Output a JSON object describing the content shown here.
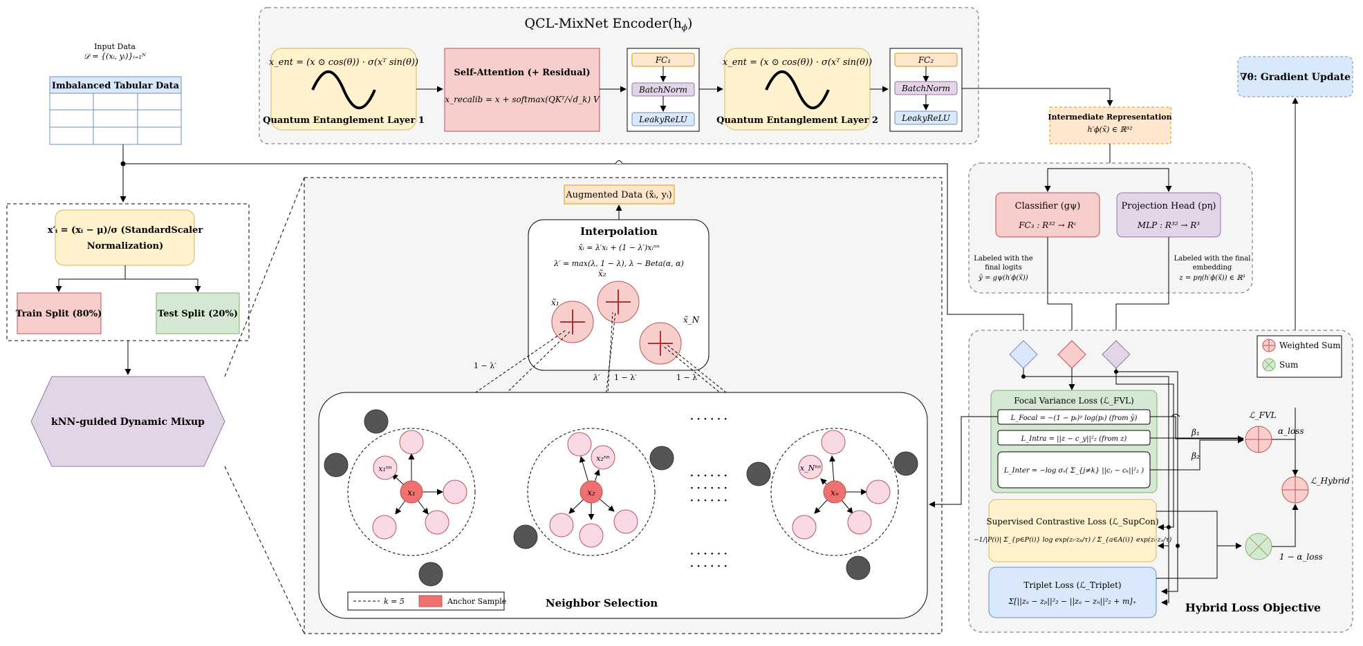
{
  "encoder": {
    "title": "QCL-MixNet Encoder(h",
    "title_sub": "ϕ",
    "title_close": ")",
    "qel1": {
      "formula": "x_ent = (x ⊙ cos(θ)) · σ(xᵀ sin(θ))",
      "label": "Quantum Entanglement Layer 1"
    },
    "attn": {
      "title": "Self-Attention (+ Residual)",
      "formula": "x_recalib = x + softmax(QKᵀ/√d_k) V"
    },
    "block1": {
      "fc": "FC₁",
      "bn": "BatchNorm",
      "act": "LeakyReLU"
    },
    "qel2": {
      "formula": "x_ent = (x ⊙ cos(θ)) · σ(xᵀ sin(θ))",
      "label": "Quantum Entanglement Layer 2"
    },
    "block2": {
      "fc": "FC₂",
      "bn": "BatchNorm",
      "act": "LeakyReLU"
    }
  },
  "gradient": {
    "label": "∇θ: Gradient Update"
  },
  "input": {
    "title": "Input Data",
    "formula": "𝒟 = {(xᵢ, yᵢ)}ᵢ₌₁ᴺ",
    "table_title": "Imbalanced Tabular Data"
  },
  "preprocess": {
    "norm_formula": "x′ᵢ = (xᵢ − μ)/σ  (StandardScaler",
    "norm_label": "Normalization)",
    "train": "Train Split (80%)",
    "test": "Test Split (20%)"
  },
  "mixup": {
    "label": "kNN-guided Dynamic Mixup"
  },
  "augmented": {
    "label": "Augmented Data (x̃ᵢ, yᵢ)"
  },
  "interp": {
    "title": "Interpolation",
    "f1": "x̃ᵢ = λ′xᵢ + (1 − λ′)xᵢⁿⁿ",
    "f2": "λ′ = max(λ, 1 − λ),  λ ∼ Beta(α, α)",
    "n1": "x̃₁",
    "n2": "x̃₂",
    "nN": "x̃_N"
  },
  "edge_labels": {
    "one_minus": "1 − λ′",
    "lam": "λ′"
  },
  "neighbor": {
    "title": "Neighbor Selection",
    "a1": "x₁",
    "a2": "x₂",
    "an": "xₙ",
    "nn1": "x₁ⁿⁿ",
    "nn2": "x₂ⁿⁿ",
    "nnN": "x_Nⁿⁿ",
    "legend_k": "k = 5",
    "legend_anchor": "Anchor Sample"
  },
  "intermediate": {
    "title": "Intermediate Representation",
    "formula": "h′ϕ(x̃) ∈ ℝ³²"
  },
  "heads": {
    "classifier": {
      "title": "Classifier (gψ)",
      "formula": "FC₃ : R³² → Rᶜ"
    },
    "projection": {
      "title": "Projection Head (pη)",
      "formula": "MLP : R³² → R³"
    },
    "cls_note1": "Labeled with the",
    "cls_note2": "final logits",
    "cls_note3": "ŷ = gψ(h′ϕ(x̃))",
    "proj_note1": "Labeled with the final",
    "proj_note2": "embedding",
    "proj_note3": "z = pη(h′ϕ(x̃)) ∈ ℝ³"
  },
  "loss": {
    "fvl_title": "Focal Variance Loss (ℒ_FVL)",
    "focal": "L_Focal = −(1 − pₜ)ᵞ log(pₜ) (from ŷ)",
    "intra": "L_Intra = ||z − c_y||²₂ (from z)",
    "inter": "L_Inter = −log σₛ( Σ_{j≠k} ||cⱼ − cₖ||²₂ )",
    "supcon_title": "Supervised Contrastive Loss (ℒ_SupCon)",
    "supcon_formula": "−1/|P(i)| Σ_{p∈P(i)} log exp(zᵢ·zₚ/τ) / Σ_{a∈A(i)} exp(zᵢ·zₐ/τ)",
    "triplet_title": "Triplet Loss (ℒ_Triplet)",
    "triplet_formula": "Σ[||zₐ − zₚ||²₂ − ||zₐ − zₙ||²₂ + m]₊",
    "beta1": "β₁",
    "beta2": "β₂",
    "l_fvl": "ℒ_FVL",
    "alpha": "α_loss",
    "l_hybrid": "ℒ_Hybrid",
    "one_minus_alpha": "1 − α_loss",
    "legend_weighted": "Weighted Sum",
    "legend_sum": "Sum",
    "panel_title": "Hybrid Loss Objective"
  },
  "dots": "· · · · · ·"
}
